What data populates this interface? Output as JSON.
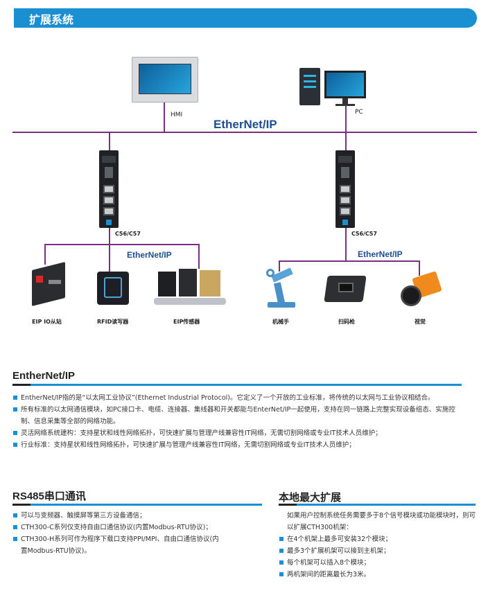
{
  "header": {
    "title": "扩展系统"
  },
  "diagram": {
    "ethernet_main": "EtherNet/IP",
    "ethernet_sub_left": "EtherNet/IP",
    "ethernet_sub_right": "EtherNet/IP",
    "hmi_label": "HMI",
    "pc_label": "PC",
    "controller_left": "C56/C57",
    "controller_right": "C56/C57",
    "devices_left": [
      "EIP IO从站",
      "RFID读写器",
      "EIP传感器"
    ],
    "devices_right": [
      "机械手",
      "扫码枪",
      "视觉"
    ],
    "colors": {
      "bus": "#7b2d84",
      "accent": "#1a8fd2"
    }
  },
  "ethernetip": {
    "title": "EntherNet/IP",
    "items": [
      "EntherNet/IP指的是“以太网工业协议”(Ethernet Industrial Protocol)。它定义了一个开放的工业标准，将传统的以太网与工业协议相结合。",
      "所有标准的以太网通信模块，如PC接口卡、电缆、连接器、集线器和开关都能与EnterNet/IP一起使用，支持在同一链路上完整实现设备组态、实施控制、信息采集等全部的网络功能。",
      "灵活网络系统建构：支持星状和线性网络拓扑，可快速扩展与管理产线兼容性IT网络，无需切割网络或专业IT技术人员维护；",
      "行业标准：支持星状和线性网络拓扑，可快速扩展与管理产线兼容性IT网络，无需切割网络或专业IT技术人员维护；"
    ]
  },
  "rs485": {
    "title": "RS485串口通讯",
    "items": [
      "可以与变频器、触摸屏等第三方设备通信；",
      "CTH300-C系列仅支持自由口通信协议(内置Modbus-RTU协议)；",
      "CTH300-H系列可作为程序下载口支持PPI/MPI、自由口通信协议(内置Modbus-RTU协议)。"
    ]
  },
  "local_expansion": {
    "title": "本地最大扩展",
    "intro": "如果用户控制系统任务需要多于8个信号模块或功能模块时，则可以扩展CTH300机架：",
    "items": [
      "在4个机架上最多可安装32个模块；",
      "最多3个扩展机架可以接到主机架；",
      "每个机架可以插入8个模块；",
      "两机架间的距离最长为3米。"
    ]
  }
}
